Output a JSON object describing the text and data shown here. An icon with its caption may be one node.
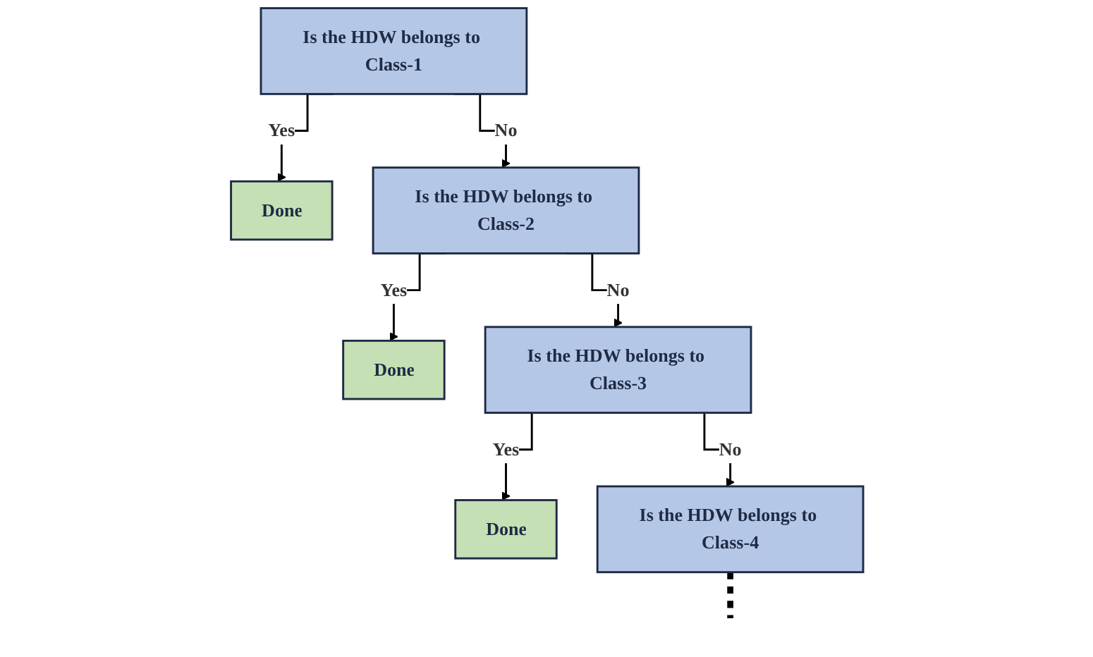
{
  "diagram": {
    "nodes": [
      {
        "text": [
          "Is the HDW belongs to Class-1"
        ]
      },
      {
        "text": [
          "Done"
        ]
      },
      {
        "text": [
          "Is the HDW belongs to Class-2"
        ]
      },
      {
        "text": [
          "Done"
        ]
      },
      {
        "text": [
          "Is the HDW belongs to Class-3"
        ]
      },
      {
        "text": [
          "Done"
        ]
      },
      {
        "text": [
          "Is the HDW belongs to Class-4"
        ]
      }
    ],
    "edges": [
      {
        "from": 0,
        "to": 1,
        "arrow": "to",
        "label": "Yes"
      },
      {
        "from": 0,
        "to": 2,
        "arrow": "to",
        "label": "No"
      },
      {
        "from": 2,
        "to": 3,
        "arrow": "to",
        "label": "Yes"
      },
      {
        "from": 2,
        "to": 4,
        "arrow": "to",
        "label": "No"
      },
      {
        "from": 4,
        "to": 5,
        "arrow": "to",
        "label": "Yes"
      },
      {
        "from": 4,
        "to": 6,
        "arrow": "to",
        "label": "No"
      },
      {
        "from": 6,
        "to": null,
        "arrow": "none",
        "style": "dashed"
      }
    ]
  }
}
